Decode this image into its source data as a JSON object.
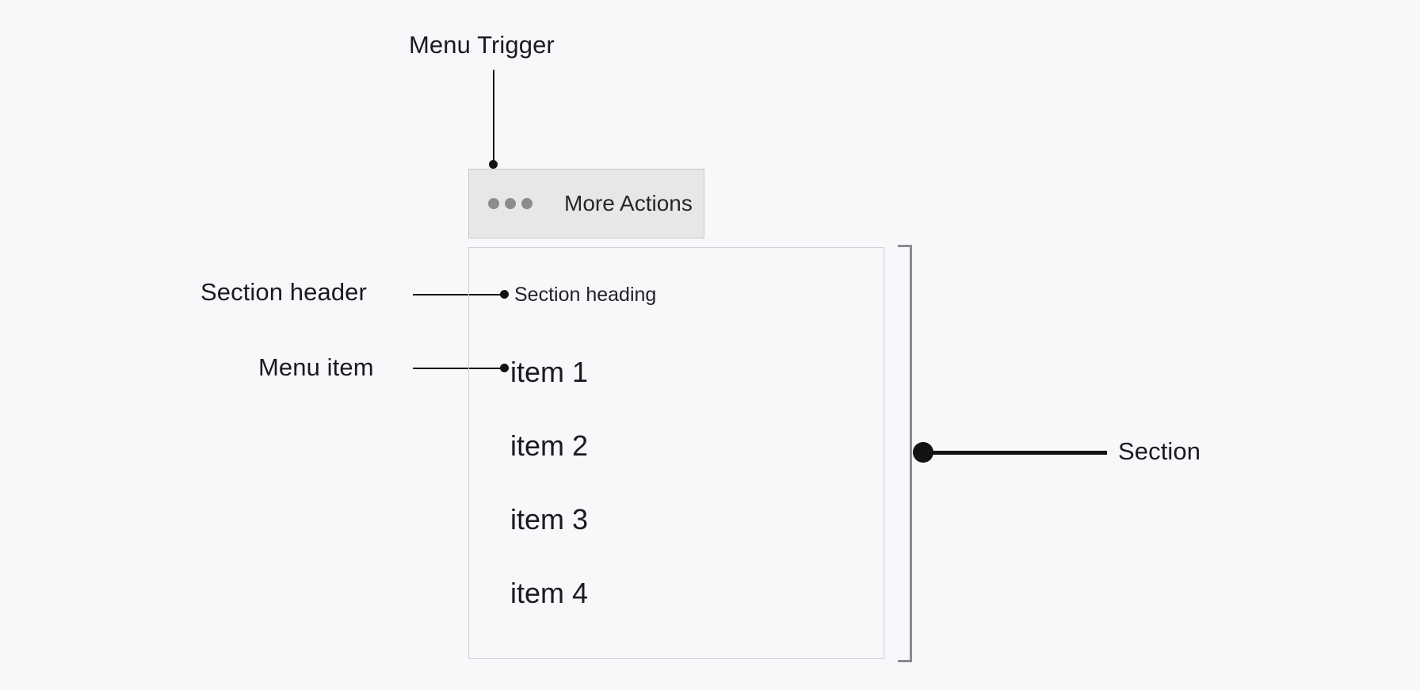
{
  "page": {
    "background_color": "#f7f8fa",
    "text_color": "#1b1b1f"
  },
  "annotations": {
    "menu_trigger": "Menu Trigger",
    "section_header": "Section header",
    "menu_item": "Menu item",
    "section": "Section"
  },
  "trigger": {
    "label": "More Actions",
    "icon": "three-dots-icon",
    "background_color": "#e7e7e7",
    "border_color": "#c9c9c9",
    "dot_color": "#8c8c8c"
  },
  "menu": {
    "border_color": "#cfcfd4",
    "section_heading": "Section heading",
    "items": [
      {
        "label": "item 1"
      },
      {
        "label": "item 2"
      },
      {
        "label": "item 3"
      },
      {
        "label": "item 4"
      }
    ]
  },
  "bracket": {
    "color": "#8a8a8f"
  }
}
